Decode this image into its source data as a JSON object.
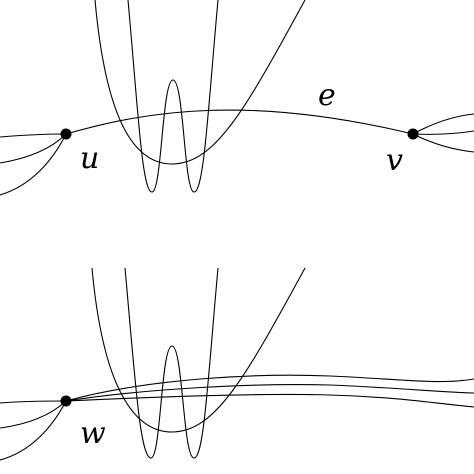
{
  "diagram": {
    "top_panel": {
      "vertex_labels": {
        "u": "u",
        "v": "v"
      },
      "edge_label": "e"
    },
    "bottom_panel": {
      "vertex_labels": {
        "w": "w"
      }
    }
  },
  "colors": {
    "stroke": "#000000",
    "background": "#ffffff"
  }
}
